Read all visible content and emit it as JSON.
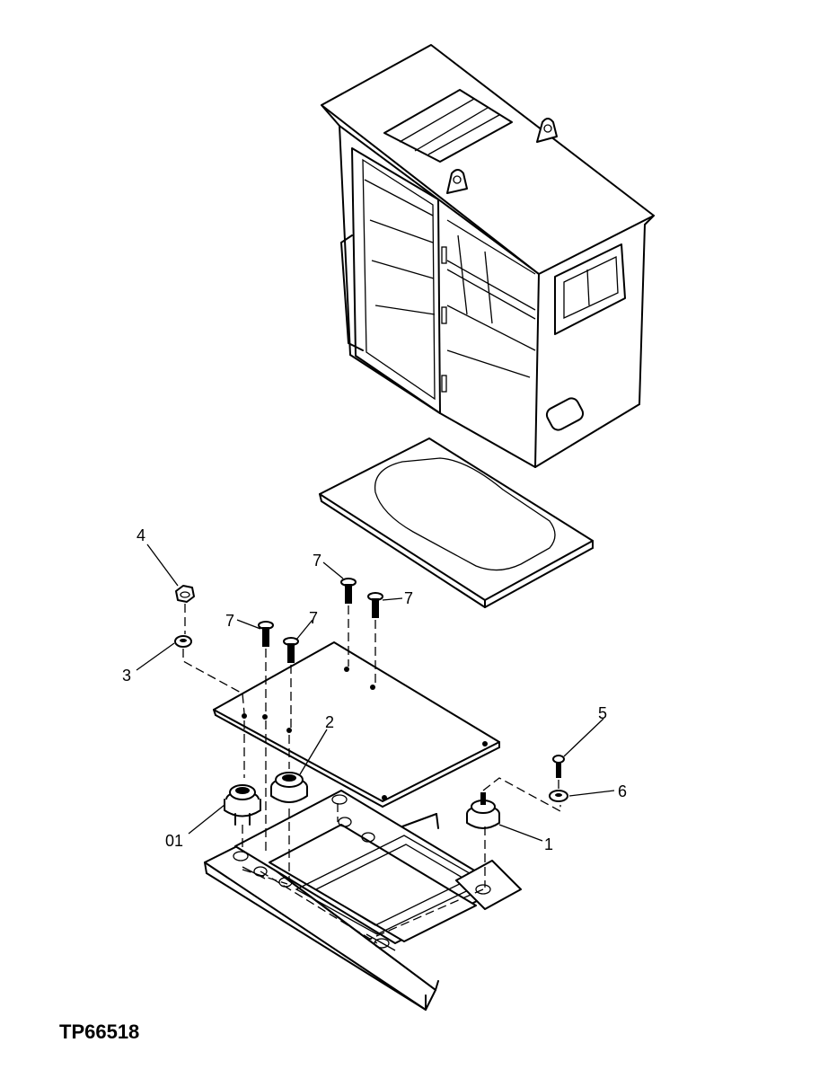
{
  "figure_id": "TP66518",
  "callouts": [
    {
      "id": "c-4",
      "text": "4"
    },
    {
      "id": "c-3",
      "text": "3"
    },
    {
      "id": "c-7a",
      "text": "7"
    },
    {
      "id": "c-7b",
      "text": "7"
    },
    {
      "id": "c-7c",
      "text": "7"
    },
    {
      "id": "c-7d",
      "text": "7"
    },
    {
      "id": "c-2",
      "text": "2"
    },
    {
      "id": "c-5",
      "text": "5"
    },
    {
      "id": "c-6",
      "text": "6"
    },
    {
      "id": "c-1",
      "text": "1"
    },
    {
      "id": "c-01",
      "text": "01"
    }
  ]
}
